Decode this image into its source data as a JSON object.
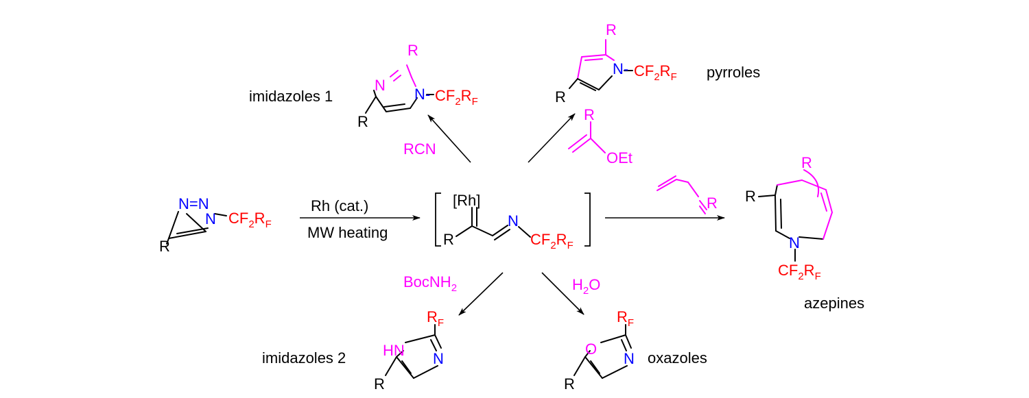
{
  "colors": {
    "text": "#000000",
    "nitrogen": "#0000ff",
    "fluoroalkyl": "#ff0000",
    "reagent": "#ff00ff"
  },
  "atoms": {
    "R": "R",
    "N": "N",
    "NN": "N=N",
    "HN": "HN",
    "O": "O",
    "Rh": "[Rh]",
    "N_dash": "N-",
    "CF2RF": {
      "C": "CF",
      "sub2": "2",
      "R": "R",
      "subF": "F"
    },
    "RF": {
      "R": "R",
      "subF": "F"
    },
    "OEt": "OEt"
  },
  "conditions": {
    "catalyst": "Rh (cat.)",
    "heating": "MW heating"
  },
  "reagents": {
    "nitrile": "RCN",
    "boc": {
      "main": "BocNH",
      "sub": "2"
    },
    "water": {
      "H": "H",
      "sub": "2",
      "O": "O"
    }
  },
  "products": {
    "imidazoles1": "imidazoles 1",
    "pyrroles": "pyrroles",
    "azepines": "azepines",
    "imidazoles2": "imidazoles 2",
    "oxazoles": "oxazoles"
  }
}
